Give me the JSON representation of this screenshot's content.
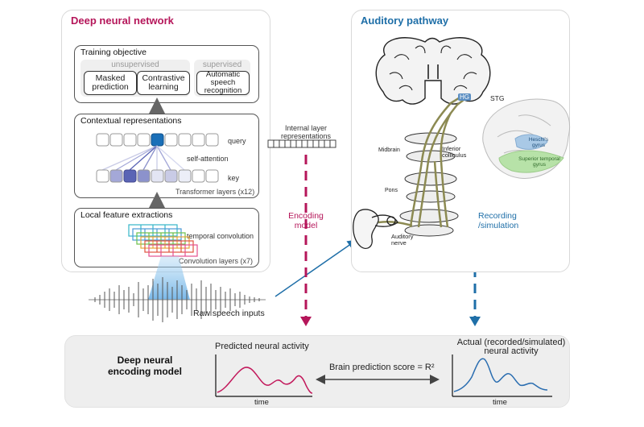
{
  "left_panel": {
    "title": "Deep neural network",
    "training": {
      "title": "Training objective",
      "unsupervised_label": "unsupervised",
      "supervised_label": "supervised",
      "objectives": [
        "Masked prediction",
        "Contrastive learning",
        "Automatic speech recognition"
      ]
    },
    "contextual": {
      "title": "Contextual representations",
      "query_label": "query",
      "attention_label": "self-attention",
      "key_label": "key",
      "layers_label": "Transformer layers (x12)"
    },
    "local": {
      "title": "Local feature extractions",
      "conv_label": "temporal convolution",
      "layers_label": "Convolution layers (x7)"
    }
  },
  "raw_inputs_label": "Raw speech inputs",
  "internal_layer_label": "Internal layer representations",
  "encoding_model_label": "Encoding model",
  "right_panel": {
    "title": "Auditory pathway",
    "labels": {
      "hg": "HG",
      "stg": "STG",
      "midbrain": "Midbrain",
      "inferior_colliculus": "Inferior colliculus",
      "pons": "Pons",
      "auditory_nerve": "Auditory nerve",
      "heschls_gyrus": "Heschl's gyrus",
      "superior_temporal_gyrus": "Superior temporal gyrus"
    },
    "recording_label": "Recording /simulation"
  },
  "bottom_panel": {
    "title": "Deep neural encoding model",
    "predicted_title": "Predicted neural activity",
    "actual_title": "Actual (recorded/simulated) neural activity",
    "score_label": "Brain prediction score = R²",
    "time_label": "time"
  },
  "colors": {
    "magenta": "#b5165a",
    "blue": "#1f6fa8",
    "query_fill": "#1a6fb8",
    "key_strong": "#5a64b5",
    "key_mid": "#a4a8d8",
    "key_light": "#d5d8ef",
    "predicted_curve": "#c2185b",
    "actual_curve": "#2a6db0"
  }
}
